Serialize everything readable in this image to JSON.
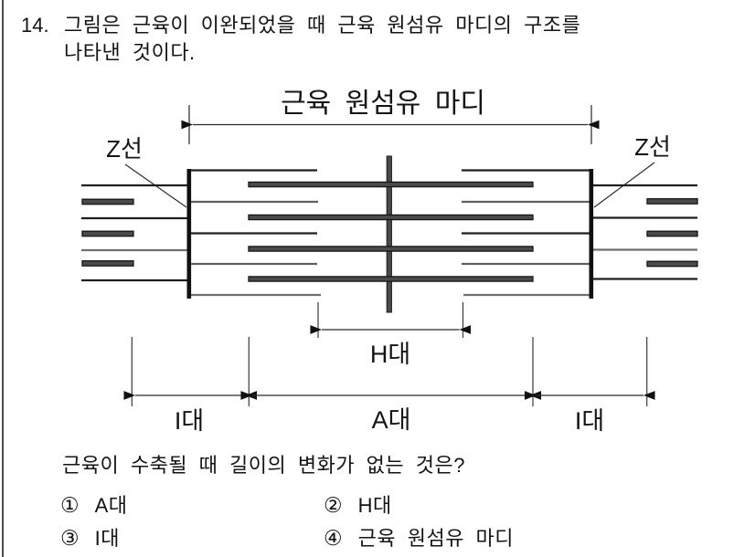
{
  "question": {
    "number": "14.",
    "line1": "그림은 근육이 이완되었을 때 근육 원섬유 마디의 구조를",
    "line2": "나타낸 것이다."
  },
  "diagram": {
    "title": "근육 원섬유 마디",
    "z_line_left_label": "Z선",
    "z_line_right_label": "Z선",
    "h_zone_label": "H대",
    "i_band_left_label": "I대",
    "a_band_label": "A대",
    "i_band_right_label": "I대"
  },
  "prompt": "근육이 수축될 때 길이의 변화가 없는 것은?",
  "options": [
    {
      "marker": "①",
      "label": "A대"
    },
    {
      "marker": "②",
      "label": "H대"
    },
    {
      "marker": "③",
      "label": "I대"
    },
    {
      "marker": "④",
      "label": "근육 원섬유 마디"
    }
  ],
  "colors": {
    "ink": "#141414",
    "divider_gray": "#4a4a4a",
    "thick_filament": "#4a4a4a",
    "gray_line": "#6f6f6f",
    "background": "#ffffff"
  }
}
